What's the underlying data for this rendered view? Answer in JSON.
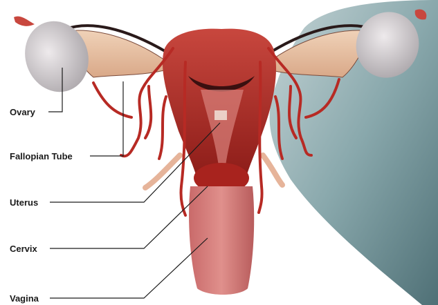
{
  "labels": {
    "ovary": "Ovary",
    "fallopian_tube": "Fallopian Tube",
    "uterus": "Uterus",
    "cervix": "Cervix",
    "vagina": "Vagina"
  },
  "colors": {
    "background": "#ffffff",
    "pelvic_surface": "#7f9fa4",
    "tissue_red": "#b72a24",
    "ovary_grey": "#c9c4c7",
    "ligament_tan": "#e8c4a4",
    "leader_line": "#1a1a1a"
  }
}
